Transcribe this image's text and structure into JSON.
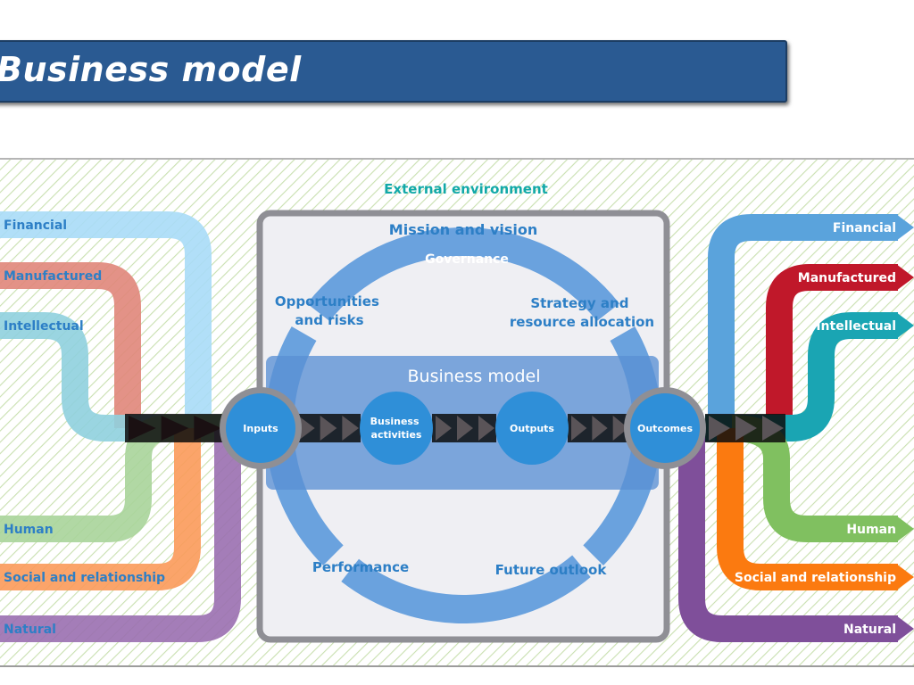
{
  "header": {
    "title": "Business model"
  },
  "diagram": {
    "external_environment": "External environment",
    "mission": "Mission and vision",
    "governance": "Governance",
    "opportunities": [
      "Opportunities",
      "and risks"
    ],
    "strategy": [
      "Strategy and",
      "resource allocation"
    ],
    "performance": "Performance",
    "future_outlook": "Future outlook",
    "business_model_label": "Business model",
    "process": {
      "inputs": "Inputs",
      "activities": [
        "Business",
        "activities"
      ],
      "outputs": "Outputs",
      "outcomes": "Outcomes"
    },
    "input_capitals": [
      {
        "label": "Financial",
        "color": "#a9dcf7"
      },
      {
        "label": "Manufactured",
        "color": "#e0867a"
      },
      {
        "label": "Intellectual",
        "color": "#8fd0de"
      },
      {
        "label": "Human",
        "color": "#a9d49a"
      },
      {
        "label": "Social and relationship",
        "color": "#fb9a5a"
      },
      {
        "label": "Natural",
        "color": "#9a6fb0"
      }
    ],
    "outcome_capitals": [
      {
        "label": "Financial",
        "color": "#5aa3dc"
      },
      {
        "label": "Manufactured",
        "color": "#c0182a"
      },
      {
        "label": "Intellectual",
        "color": "#1aa5b3"
      },
      {
        "label": "Human",
        "color": "#80c060"
      },
      {
        "label": "Social and relationship",
        "color": "#fb7a10"
      },
      {
        "label": "Natural",
        "color": "#7f4f9a"
      }
    ],
    "colors": {
      "label_blue": "#2d7fc6",
      "teal_text": "#12a9a8",
      "circle_blue": "#2f8fd8",
      "ring_blue": "#6aa2de",
      "frame_gray": "#8f8f95",
      "box_fill": "#efeff3",
      "bm_band": "#6b9bd8"
    }
  }
}
